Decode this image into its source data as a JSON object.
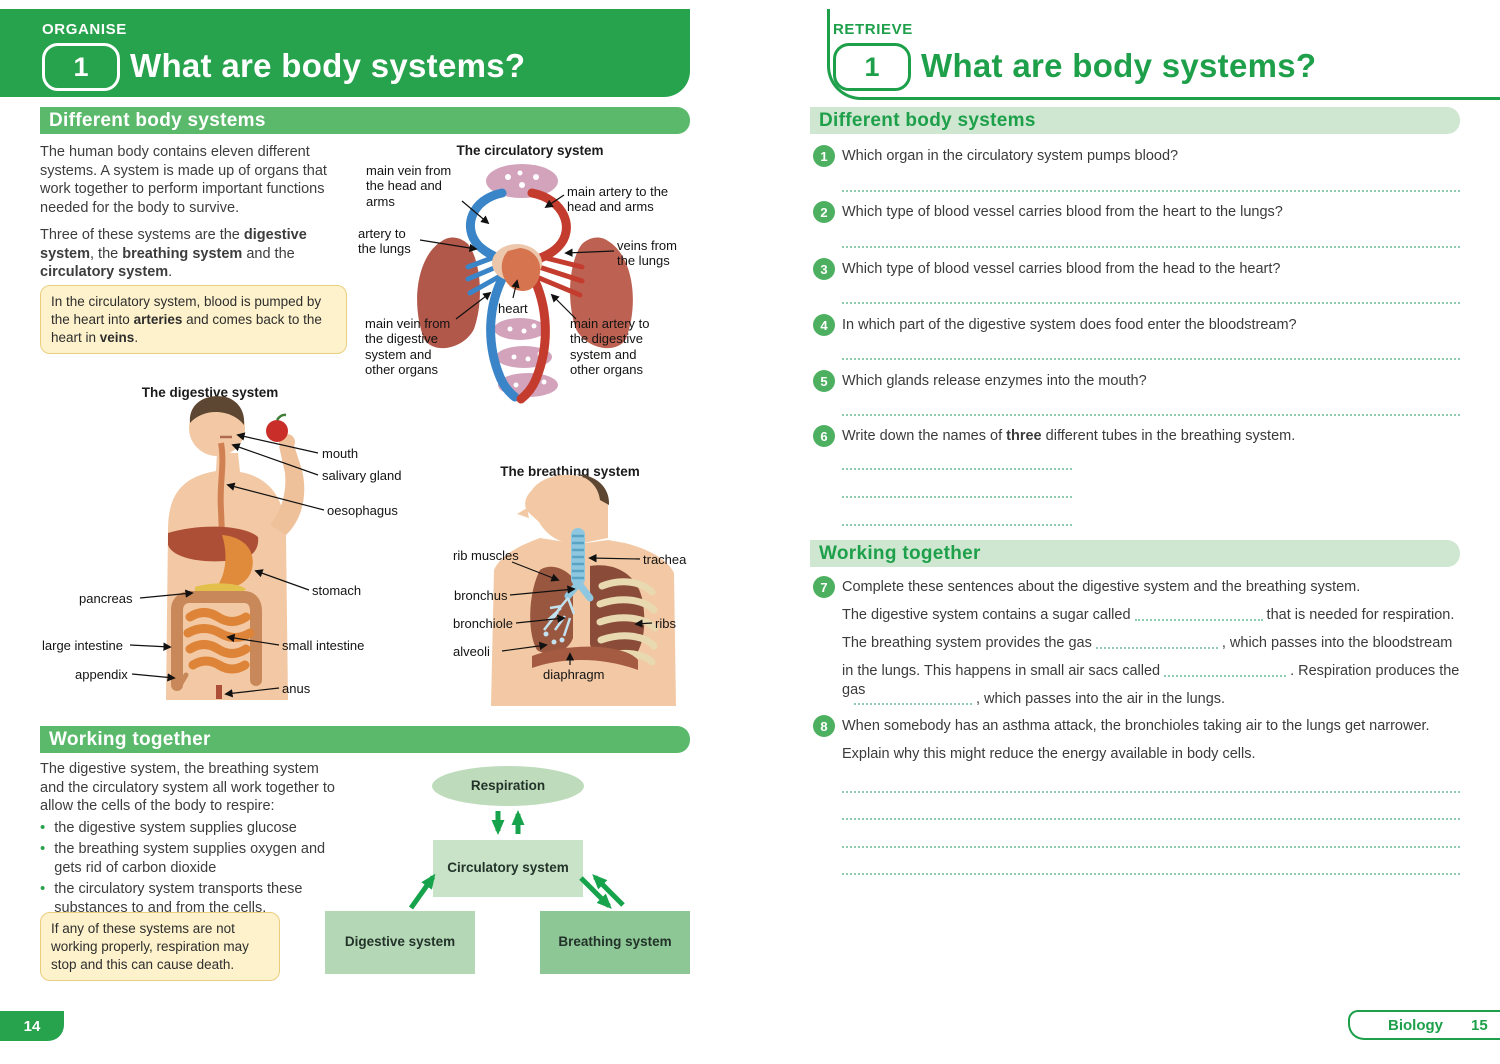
{
  "colors": {
    "primary_green": "#27a24d",
    "outline_green": "#1ea04b",
    "mid_green_bar": "#5bb96c",
    "light_green_bar": "#cfe6d0",
    "question_circle": "#4db061",
    "dotted_line": "#8fcbb0",
    "note_yellow_bg": "#fdf2cc",
    "note_yellow_border": "#e9ce7e"
  },
  "left_page": {
    "tag": "ORGANISE",
    "badge": "1",
    "title": "What are body systems?",
    "page_number": "14",
    "section_different": {
      "heading": "Different body systems",
      "paragraph1": "The human body contains eleven different systems. A system is made up of organs that work together to perform important functions needed for the body to survive.",
      "paragraph2": [
        {
          "t": "Three of these systems are the "
        },
        {
          "t": "digestive system",
          "b": true
        },
        {
          "t": ", the "
        },
        {
          "t": "breathing system",
          "b": true
        },
        {
          "t": " and the "
        },
        {
          "t": "circulatory system",
          "b": true
        },
        {
          "t": "."
        }
      ],
      "note": [
        {
          "t": "In the circulatory system, blood is pumped by the heart into "
        },
        {
          "t": "arteries",
          "b": true
        },
        {
          "t": " and comes back to the heart in "
        },
        {
          "t": "veins",
          "b": true
        },
        {
          "t": "."
        }
      ]
    },
    "circulatory_diagram": {
      "title": "The circulatory system",
      "labels": {
        "vein_head": "main vein from the head and arms",
        "artery_head": "main artery to the head and arms",
        "artery_lungs": "artery to the lungs",
        "veins_lungs": "veins from the lungs",
        "heart": "heart",
        "vein_digestive": "main vein from the digestive system and other organs",
        "artery_digestive": "main artery to the digestive system and other organs"
      }
    },
    "digestive_diagram": {
      "title": "The digestive system",
      "labels": {
        "mouth": "mouth",
        "salivary_gland": "salivary gland",
        "oesophagus": "oesophagus",
        "stomach": "stomach",
        "pancreas": "pancreas",
        "large_intestine": "large intestine",
        "small_intestine": "small intestine",
        "appendix": "appendix",
        "anus": "anus"
      }
    },
    "breathing_diagram": {
      "title": "The breathing system",
      "labels": {
        "rib_muscles": "rib muscles",
        "bronchus": "bronchus",
        "bronchiole": "bronchiole",
        "alveoli": "alveoli",
        "trachea": "trachea",
        "ribs": "ribs",
        "diaphragm": "diaphragm"
      }
    },
    "section_working": {
      "heading": "Working together",
      "intro": "The digestive system, the breathing system and the circulatory system all work together to allow the cells of the body to respire:",
      "bullets": [
        "the digestive system supplies glucose",
        "the breathing system supplies oxygen and gets rid of carbon dioxide",
        "the circulatory system transports these substances to and from the cells."
      ],
      "note": "If any of these systems are not working properly, respiration may stop and this can cause death."
    },
    "flow_diagram": {
      "respiration": "Respiration",
      "circulatory": "Circulatory system",
      "digestive": "Digestive system",
      "breathing": "Breathing system"
    }
  },
  "right_page": {
    "tag": "RETRIEVE",
    "badge": "1",
    "title": "What are body systems?",
    "footer_label": "Biology",
    "page_number": "15",
    "section_different_heading": "Different body systems",
    "section_working_heading": "Working together",
    "questions": [
      {
        "number": "1",
        "segments": [
          {
            "t": "Which organ in the circulatory system pumps blood?"
          }
        ]
      },
      {
        "number": "2",
        "segments": [
          {
            "t": "Which type of blood vessel carries blood from the heart to the lungs?"
          }
        ]
      },
      {
        "number": "3",
        "segments": [
          {
            "t": "Which type of blood vessel carries blood from the head to the heart?"
          }
        ]
      },
      {
        "number": "4",
        "segments": [
          {
            "t": "In which part of the digestive system does food enter the bloodstream?"
          }
        ]
      },
      {
        "number": "5",
        "segments": [
          {
            "t": "Which glands release enzymes into the mouth?"
          }
        ]
      },
      {
        "number": "6",
        "segments": [
          {
            "t": "Write down the names of "
          },
          {
            "t": "three",
            "b": true
          },
          {
            "t": " different tubes in the breathing system."
          }
        ]
      },
      {
        "number": "7",
        "segments": [
          {
            "t": "Complete these sentences about the digestive system and the breathing system."
          }
        ],
        "lines": [
          [
            {
              "t": "The digestive system contains a sugar called"
            },
            {
              "blank": true,
              "w": 128
            },
            {
              "t": "that is needed for respiration."
            }
          ],
          [
            {
              "t": "The breathing system provides the gas"
            },
            {
              "blank": true,
              "w": 122
            },
            {
              "t": ", which passes into the bloodstream"
            }
          ],
          [
            {
              "t": "in the lungs. This happens in small air sacs called"
            },
            {
              "blank": true,
              "w": 122
            },
            {
              "t": ". Respiration produces the gas"
            }
          ],
          [
            {
              "blank": true,
              "w": 118
            },
            {
              "t": ", which passes into the air in the lungs."
            }
          ]
        ]
      },
      {
        "number": "8",
        "segments": [
          {
            "t": "When somebody has an asthma attack, the bronchioles taking air to the lungs get narrower."
          }
        ],
        "line2": "Explain why this might reduce the energy available in body cells."
      }
    ]
  }
}
